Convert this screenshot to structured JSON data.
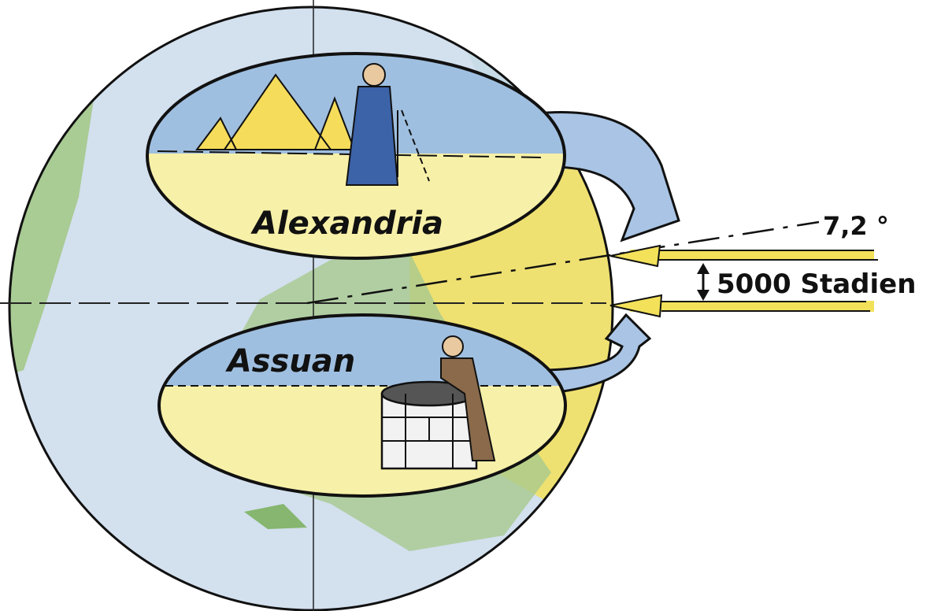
{
  "labels": {
    "alexandria": "Alexandria",
    "assuan": "Assuan",
    "angle": "7,2 °",
    "distance": "5000 Stadien"
  },
  "colors": {
    "sea": "#c9d9ea",
    "sky": "#9fbfe0",
    "land": "#9cc48a",
    "sun": "#f3e15a",
    "sand": "#f7f0a8",
    "ink": "#111111"
  }
}
